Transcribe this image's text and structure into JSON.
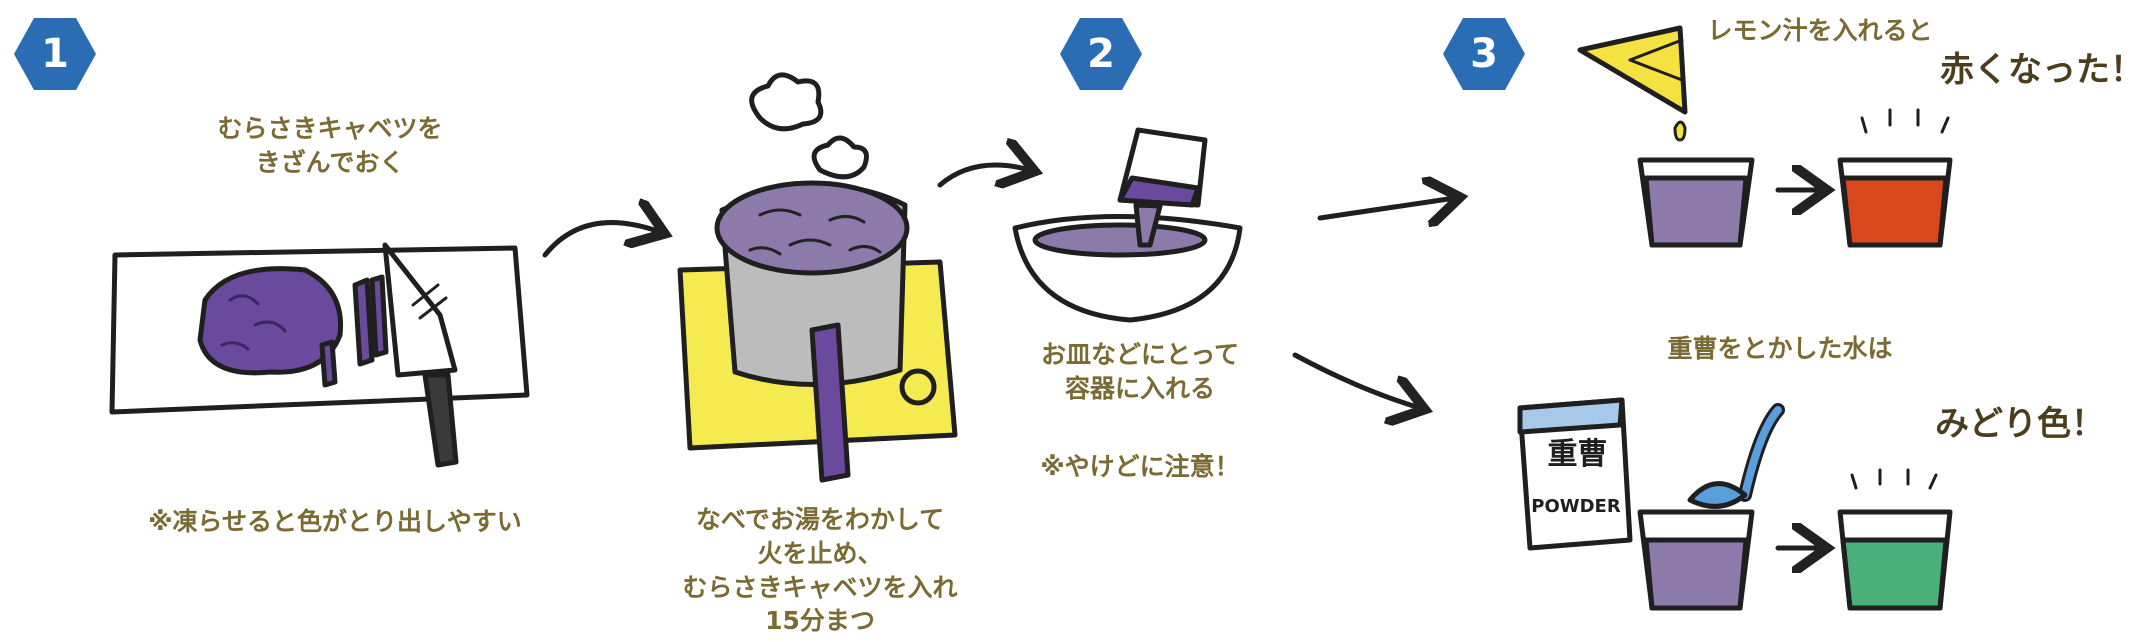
{
  "steps": [
    {
      "number": "1"
    },
    {
      "number": "2"
    },
    {
      "number": "3"
    }
  ],
  "step1": {
    "caption_top_line1": "むらさきキャベツを",
    "caption_top_line2": "きざんでおく",
    "note": "※凍らせると色がとり出しやすい"
  },
  "boil": {
    "line1": "なべでお湯をわかして",
    "line2": "火を止め、",
    "line3": "むらさきキャベツを入れ",
    "line4": "15分まつ"
  },
  "step2": {
    "line1": "お皿などにとって",
    "line2": "容器に入れる",
    "note": "※やけどに注意！"
  },
  "step3": {
    "lemon_caption": "レモン汁を入れると",
    "lemon_result": "赤くなった！",
    "soda_caption": "重曹をとかした水は",
    "soda_result": "みどり色！",
    "package_kanji": "重曹",
    "package_text": "POWDER"
  },
  "colors": {
    "hexagon": "#2a6db5",
    "cabbage_purple": "#6a4a9c",
    "liquid_purple": "#8c7aaa",
    "red_liquid": "#d9471c",
    "green_liquid": "#4ab07a",
    "stove_yellow": "#f5ea4f",
    "pot_gray": "#bcbcbc",
    "lemon_yellow": "#f3e23f",
    "text_brown": "#7a6a33"
  }
}
